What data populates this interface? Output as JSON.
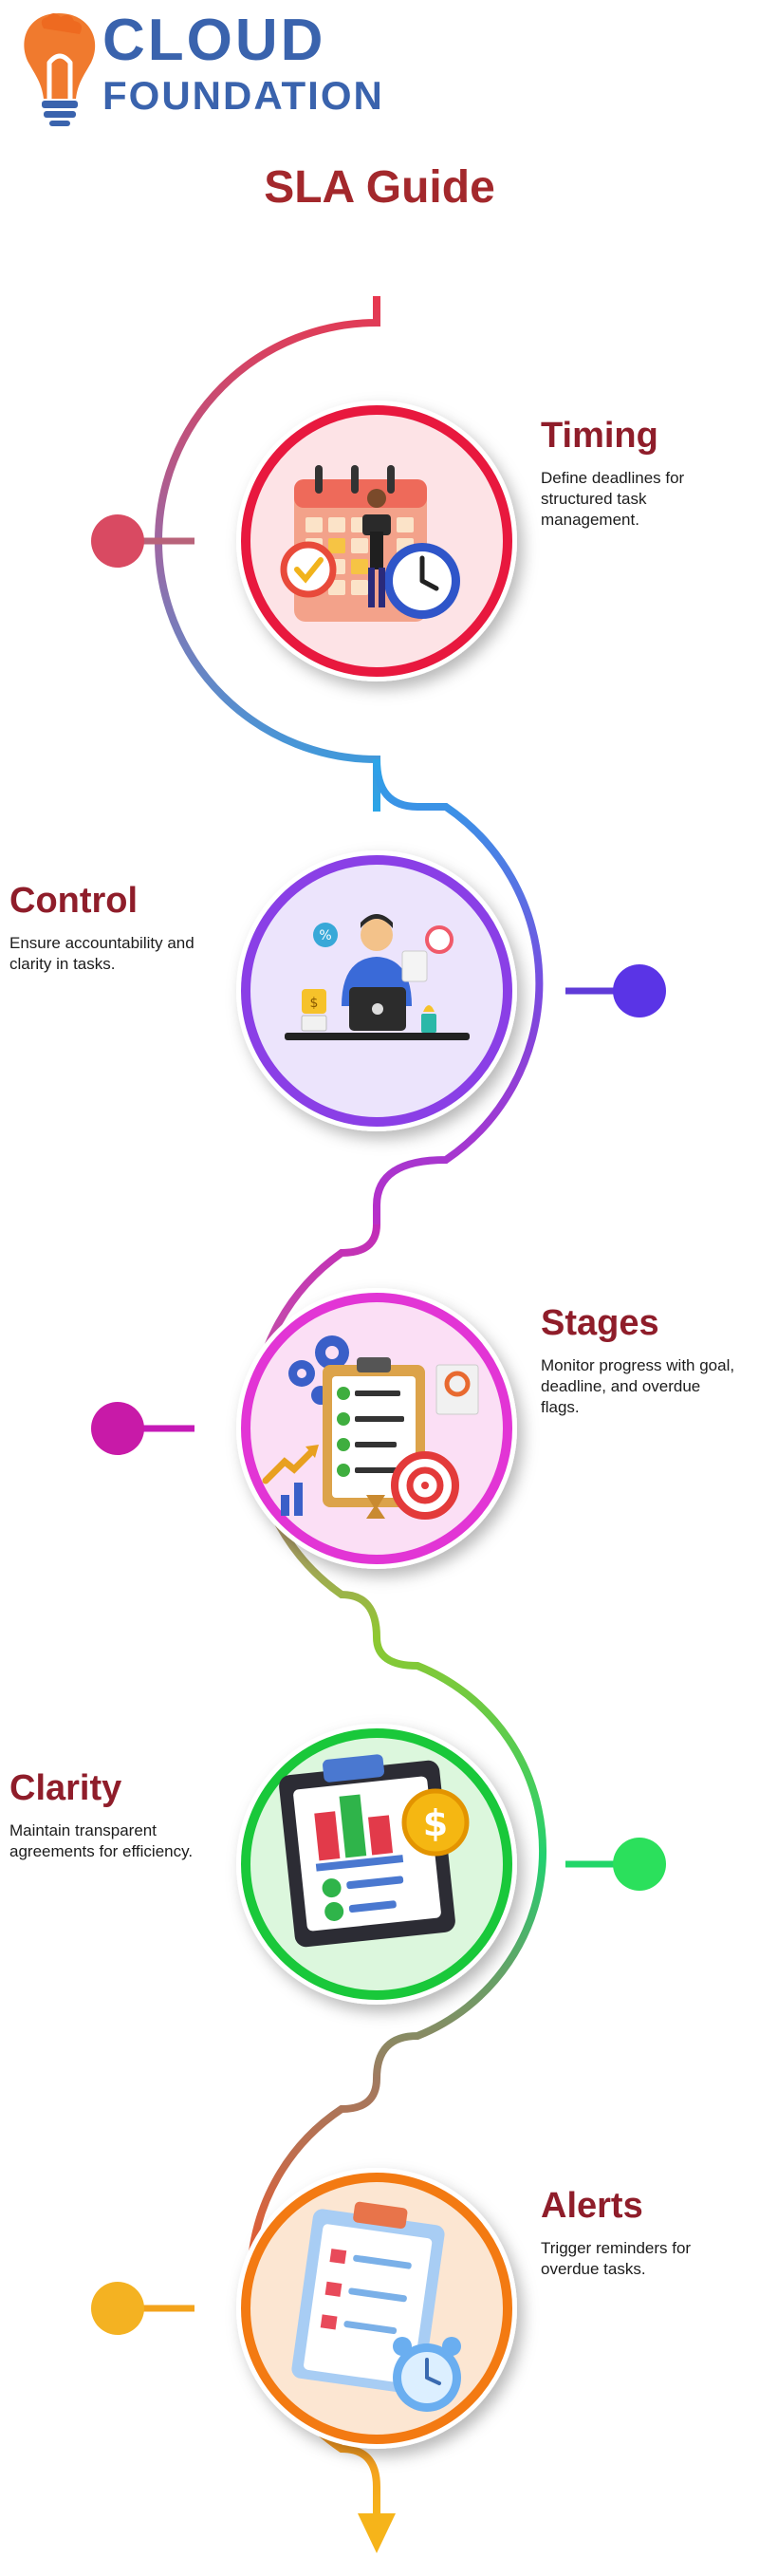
{
  "brand": {
    "line1": "CLOUD",
    "line2": "FOUNDATION"
  },
  "title": "SLA Guide",
  "steps": [
    {
      "title": "Timing",
      "desc": [
        "Define deadlines for",
        "structured task",
        "management."
      ],
      "illustration": "calendar-clock-icon",
      "color": "#e8183e",
      "bg": "#fde3e6",
      "title_color": "#8f1d2a"
    },
    {
      "title": "Control",
      "desc": [
        "Ensure accountability and",
        "clarity in tasks."
      ],
      "illustration": "laptop-worker-icon",
      "color": "#8a3fe6",
      "bg": "#ece4fc",
      "title_color": "#8f1d2a"
    },
    {
      "title": "Stages",
      "desc": [
        "Monitor progress with goal,",
        "deadline, and overdue",
        "flags."
      ],
      "illustration": "checklist-target-icon",
      "color": "#e235d5",
      "bg": "#fbdff5",
      "title_color": "#8f1d2a"
    },
    {
      "title": "Clarity",
      "desc": [
        "Maintain transparent",
        "agreements for efficiency."
      ],
      "illustration": "clipboard-chart-icon",
      "color": "#19c83a",
      "bg": "#dcf7dd",
      "title_color": "#8f1d2a"
    },
    {
      "title": "Alerts",
      "desc": [
        "Trigger reminders for",
        "overdue tasks."
      ],
      "illustration": "clipboard-alarm-icon",
      "color": "#f37a12",
      "bg": "#fce6d2",
      "title_color": "#8f1d2a"
    }
  ]
}
